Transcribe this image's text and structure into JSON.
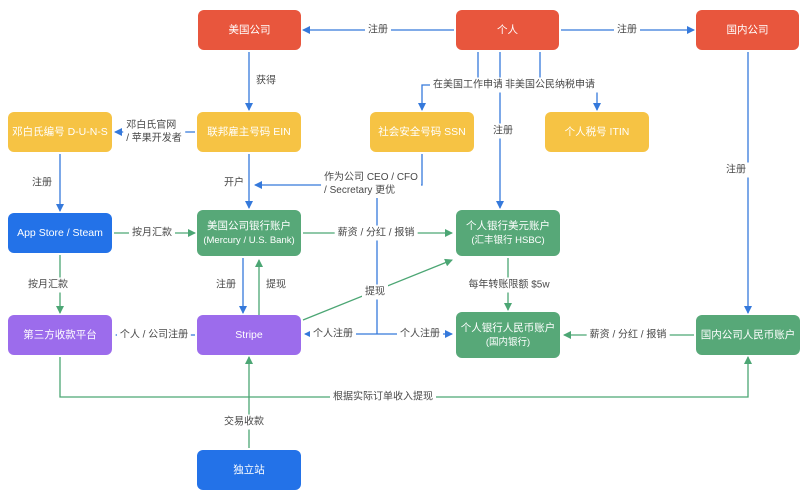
{
  "palette": {
    "bg": "#FFFFFF",
    "node-orange": "#E8563D",
    "node-yellow": "#F6C344",
    "node-blue": "#2372E8",
    "node-green": "#57A878",
    "node-purple": "#9C6CEC",
    "edge-blue": "#3579DB",
    "edge-green": "#4CA674",
    "label-text": "#484848"
  },
  "nodes": {
    "us_company": "美国公司",
    "person": "个人",
    "cn_company": "国内公司",
    "duns": "邓白氏编号 D-U-N-S",
    "ein": "联邦雇主号码 EIN",
    "ssn": "社会安全号码 SSN",
    "itin": "个人税号 ITIN",
    "appstore": "App Store / Steam",
    "us_bank_line1": "美国公司银行账户",
    "us_bank_line2": "(Mercury / U.S. Bank)",
    "usd_bank_line1": "个人银行美元账户",
    "usd_bank_line2": "(汇丰银行 HSBC)",
    "third_party": "第三方收款平台",
    "stripe": "Stripe",
    "cny_personal_line1": "个人银行人民币账户",
    "cny_personal_line2": "(国内银行)",
    "cny_company": "国内公司人民币账户",
    "site": "独立站"
  },
  "edges": {
    "person_to_us_company": "注册",
    "person_to_cn_company": "注册",
    "us_company_to_ein": "获得",
    "ein_to_duns_line1": "邓白氏官网",
    "ein_to_duns_line2": "/ 苹果开发者",
    "person_to_ssn": "在美国工作申请",
    "person_to_itin": "非美国公民纳税申请",
    "person_to_usd_bank": "注册",
    "duns_to_appstore": "注册",
    "ein_to_us_bank": "开户",
    "ssn_ceo_line1": "作为公司 CEO / CFO",
    "ssn_ceo_line2": "/ Secretary 更优",
    "appstore_to_us_bank": "按月汇款",
    "appstore_to_third_party": "按月汇款",
    "us_bank_to_usd_bank": "薪资 / 分红 / 报销",
    "us_bank_to_stripe": "注册",
    "stripe_to_us_bank": "提现",
    "stripe_to_usd_bank": "提现",
    "usd_to_cny_bank": "每年转账限额 $5w",
    "cn_company_to_cny_bank": "注册",
    "person_to_stripe": "个人注册",
    "person_to_cny_bank": "个人注册",
    "cny_company_to_cny_personal": "薪资 / 分红 / 报销",
    "person_to_third_party": "个人 / 公司注册",
    "third_party_to_cny_company": "根据实际订单收入提现",
    "site_to_stripe": "交易收款"
  }
}
